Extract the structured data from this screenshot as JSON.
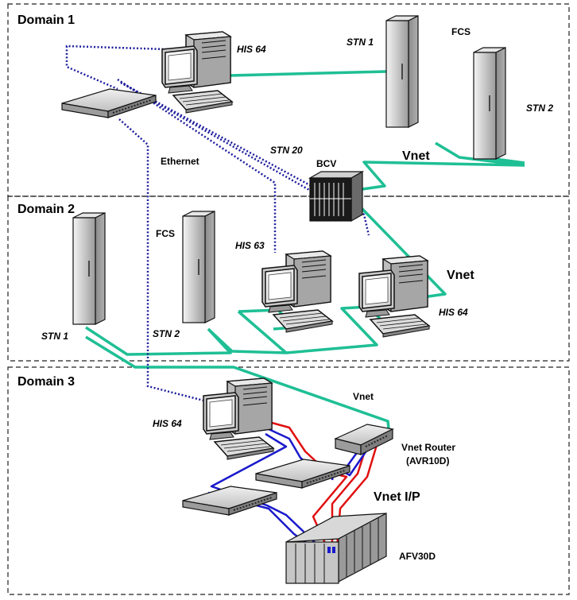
{
  "domains": [
    {
      "title": "Domain 1"
    },
    {
      "title": "Domain 2"
    },
    {
      "title": "Domain 3"
    }
  ],
  "labels": {
    "d1_his": "HIS 64",
    "d1_stn1": "STN 1",
    "d1_fcs": "FCS",
    "d1_stn2": "STN 2",
    "d1_ethernet": "Ethernet",
    "d1_stn20": "STN 20",
    "d1_bcv": "BCV",
    "d1_vnet": "Vnet",
    "d2_fcs": "FCS",
    "d2_his63": "HIS 63",
    "d2_vnet": "Vnet",
    "d2_his64": "HIS 64",
    "d2_stn1": "STN 1",
    "d2_stn2": "STN 2",
    "d3_vnet": "Vnet",
    "d3_his64": "HIS 64",
    "d3_router": "Vnet Router",
    "d3_router_model": "(AVR10D)",
    "d3_vnetip": "Vnet I/P",
    "d3_afv": "AFV30D"
  },
  "colors": {
    "vnet": "#1fbf95",
    "ethernet": "#1c1c9c",
    "vnetip_bus1": "#1a1acc",
    "vnetip_bus2": "#e01010",
    "equipment": "#d6d6d6",
    "border": "#333333"
  }
}
